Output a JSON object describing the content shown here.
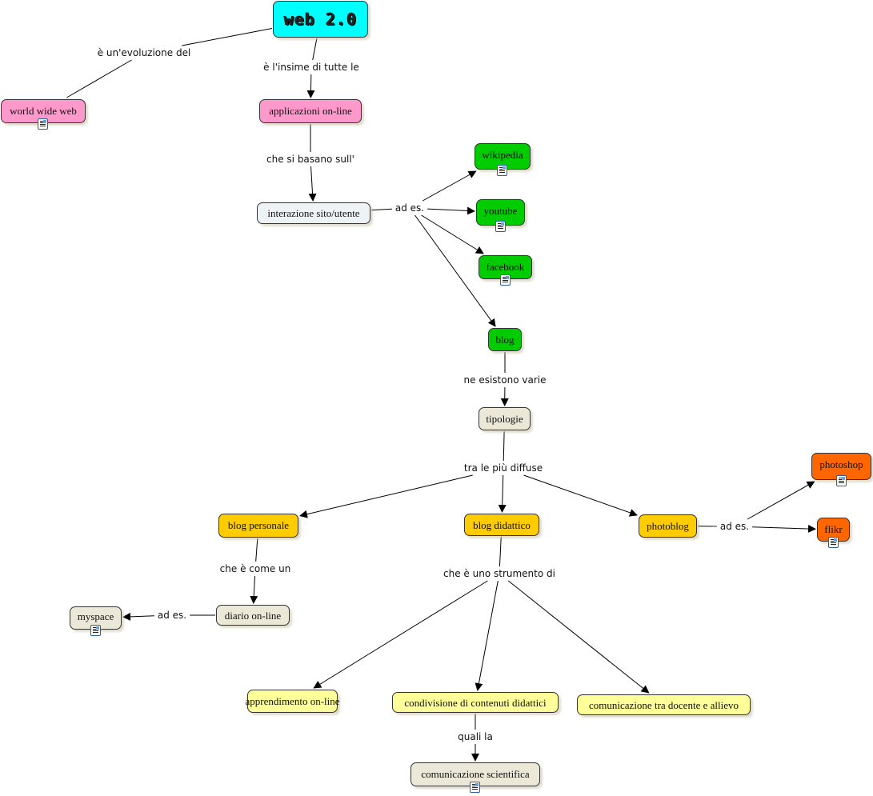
{
  "colors": {
    "cyan": "#00ffff",
    "pink": "#ff99cc",
    "light_blue": "#eef3f6",
    "green": "#00cc00",
    "beige": "#ebe8d8",
    "gold": "#ffcc00",
    "orange": "#ff6600",
    "yellow": "#ffff99",
    "line": "#000000"
  },
  "concepts": {
    "web20": {
      "label": "web 2.0",
      "color": "cyan",
      "resource": false
    },
    "www": {
      "label": "world wide web",
      "color": "pink",
      "resource": true
    },
    "applicazioni": {
      "label": "applicazioni on-line",
      "color": "pink",
      "resource": false
    },
    "interazione": {
      "label": "interazione sito/utente",
      "color": "light_blue",
      "resource": false
    },
    "wikipedia": {
      "label": "wikipedia",
      "color": "green",
      "resource": true
    },
    "youtube": {
      "label": "youtube",
      "color": "green",
      "resource": true
    },
    "facebook": {
      "label": "facebook",
      "color": "green",
      "resource": true
    },
    "blog": {
      "label": "blog",
      "color": "green",
      "resource": false
    },
    "tipologie": {
      "label": "tipologie",
      "color": "beige",
      "resource": false
    },
    "blog_personale": {
      "label": "blog personale",
      "color": "gold",
      "resource": false
    },
    "blog_didattico": {
      "label": "blog didattico",
      "color": "gold",
      "resource": false
    },
    "photoblog": {
      "label": "photoblog",
      "color": "gold",
      "resource": false
    },
    "photoshop": {
      "label": "photoshop",
      "color": "orange",
      "resource": true
    },
    "flikr": {
      "label": "flikr",
      "color": "orange",
      "resource": true
    },
    "diario": {
      "label": "diario on-line",
      "color": "beige",
      "resource": false
    },
    "myspace": {
      "label": "myspace",
      "color": "beige",
      "resource": true
    },
    "apprendimento": {
      "label": "apprendimento on-line",
      "color": "yellow",
      "resource": false
    },
    "condivisione": {
      "label": "condivisione di contenuti didattici",
      "color": "yellow",
      "resource": false
    },
    "comunicazione_docente": {
      "label": "comunicazione tra docente e allievo",
      "color": "yellow",
      "resource": false
    },
    "comunicazione_scientifica": {
      "label": "comunicazione scientifica",
      "color": "beige",
      "resource": true
    }
  },
  "linking_phrases": {
    "evoluzione": "è un'evoluzione del",
    "insieme": "è l'insime di tutte le",
    "basano": "che si basano sull'",
    "ad_es_1": "ad es.",
    "esistono": "ne esistono varie",
    "diffuse": "tra le più diffuse",
    "ad_es_2": "ad es.",
    "come_un": "che è come un",
    "ad_es_3": "ad es.",
    "strumento": "che è uno strumento di",
    "quali": "quali la"
  },
  "links": [
    {
      "from": "web20",
      "via": "evoluzione",
      "to": [
        "www"
      ]
    },
    {
      "from": "web20",
      "via": "insieme",
      "to": [
        "applicazioni"
      ]
    },
    {
      "from": "applicazioni",
      "via": "basano",
      "to": [
        "interazione"
      ]
    },
    {
      "from": "interazione",
      "via": "ad_es_1",
      "to": [
        "wikipedia",
        "youtube",
        "facebook",
        "blog"
      ]
    },
    {
      "from": "blog",
      "via": "esistono",
      "to": [
        "tipologie"
      ]
    },
    {
      "from": "tipologie",
      "via": "diffuse",
      "to": [
        "blog_personale",
        "blog_didattico",
        "photoblog"
      ]
    },
    {
      "from": "photoblog",
      "via": "ad_es_2",
      "to": [
        "photoshop",
        "flikr"
      ]
    },
    {
      "from": "blog_personale",
      "via": "come_un",
      "to": [
        "diario"
      ]
    },
    {
      "from": "diario",
      "via": "ad_es_3",
      "to": [
        "myspace"
      ]
    },
    {
      "from": "blog_didattico",
      "via": "strumento",
      "to": [
        "apprendimento",
        "condivisione",
        "comunicazione_docente"
      ]
    },
    {
      "from": "condivisione",
      "via": "quali",
      "to": [
        "comunicazione_scientifica"
      ]
    }
  ]
}
